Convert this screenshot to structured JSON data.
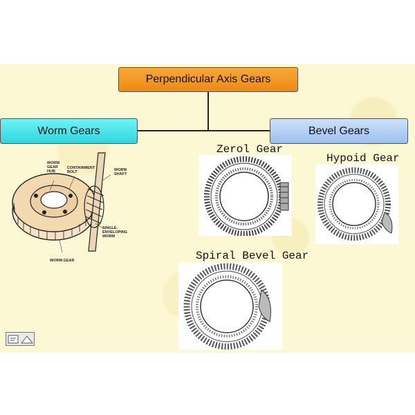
{
  "diagram": {
    "root": "Perpendicular Axis Gears",
    "left_branch": "Worm Gears",
    "right_branch": "Bevel Gears",
    "bevel_types": [
      "Zerol Gear",
      "Hypoid Gear",
      "Spiral Bevel Gear"
    ]
  },
  "worm_callouts": {
    "hub": "WORM\nGEAR\nHUB",
    "bolt": "CONTAINMENT\nBOLT",
    "shaft": "WORM\nSHAFT",
    "single": "SINGLE-\nENVELOPING\nWORM",
    "gear": "WORM GEAR"
  }
}
